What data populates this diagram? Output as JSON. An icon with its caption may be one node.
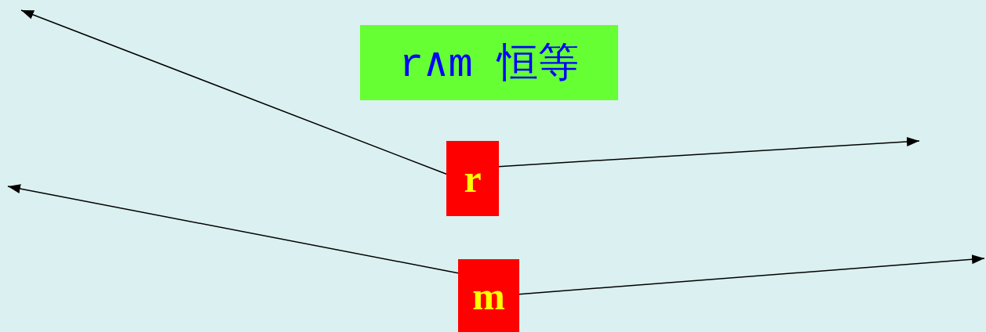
{
  "diagram": {
    "nodes": [
      {
        "text": [
          "r∧m 恒等"
        ]
      },
      {
        "text": [
          "r"
        ]
      },
      {
        "text": [
          "m"
        ]
      }
    ],
    "edges": [
      {
        "from": 1,
        "to": null,
        "arrow": "to"
      },
      {
        "from": 1,
        "to": null,
        "arrow": "to"
      },
      {
        "from": 2,
        "to": null,
        "arrow": "to"
      },
      {
        "from": 2,
        "to": null,
        "arrow": "to"
      }
    ]
  }
}
